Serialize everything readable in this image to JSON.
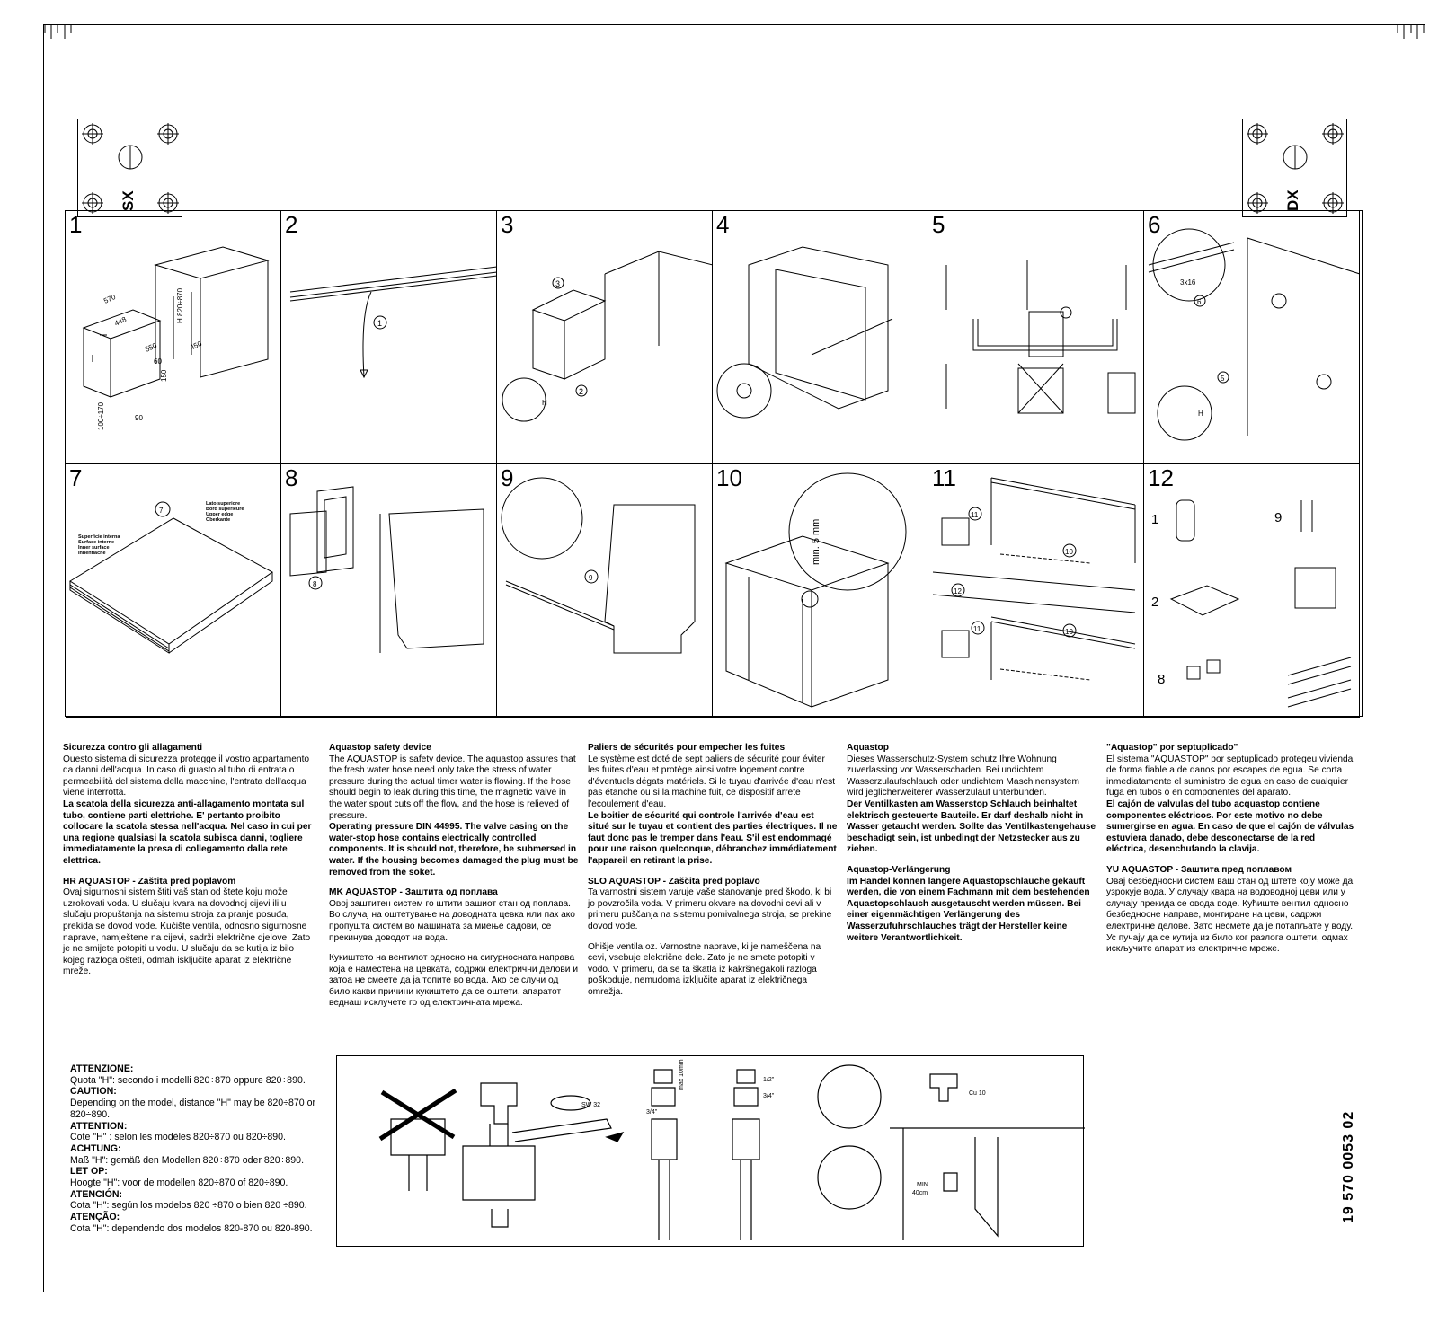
{
  "plates": {
    "left_label": "SX",
    "right_label": "DX"
  },
  "steps": {
    "numbers": [
      "1",
      "2",
      "3",
      "4",
      "5",
      "6",
      "7",
      "8",
      "9",
      "10",
      "11",
      "12"
    ],
    "step1": {
      "dims": [
        "570",
        "448",
        "550",
        "60",
        "450",
        "90",
        "100÷170",
        "150",
        "H 820÷870"
      ]
    },
    "step2": {
      "callout": "1"
    },
    "step3": {
      "callouts": [
        "3",
        "2"
      ],
      "h_label": "H"
    },
    "step6": {
      "screw_label": "3x16",
      "callouts": [
        "6",
        "5"
      ],
      "h_label": "H"
    },
    "step7": {
      "callout": "7",
      "inner_surface": [
        "Superficie interna",
        "Surface interne",
        "Inner surface",
        "Innenfläche"
      ],
      "upper_edge": [
        "Lato superiore",
        "Bord supérieure",
        "Upper edge",
        "Oberkante"
      ]
    },
    "step8": {
      "callout": "8"
    },
    "step9": {
      "callout": "9"
    },
    "step10": {
      "min_label": "min. 5 mm"
    },
    "step11": {
      "callouts": [
        "11",
        "10",
        "12",
        "11",
        "10"
      ]
    },
    "step12": {
      "labels": [
        "1",
        "9",
        "2",
        "8"
      ]
    }
  },
  "text_columns": [
    {
      "lang": "it",
      "heading": "Sicurezza contro gli allagamenti",
      "body": "Questo sistema di sicurezza protegge il vostro appartamento da danni dell'acqua. In caso di guasto al tubo di entrata o permeabilità del sistema della macchine, l'entrata dell'acqua viene interrotta.",
      "bold": "La scatola della sicurezza anti-allagamento montata sul tubo, contiene parti elettriche. E' pertanto proibito collocare la scatola stessa nell'acqua. Nel caso in cui per una regione qualsiasi la scatola subisca danni, togliere immediatamente la presa di collegamento dalla rete elettrica.",
      "heading2": "HR AQUASTOP - Zaštita pred poplavom",
      "body2": "Ovaj sigurnosni sistem štiti vaš stan od štete koju može uzrokovati voda. U slučaju kvara na dovodnoj cijevi ili u slučaju propuštanja na sistemu stroja za pranje posuđa, prekida se dovod vode. Kućište ventila, odnosno sigurnosne naprave, namještene na cijevi, sadrži električne djelove. Zato je ne smijete potopiti u vodu. U slučaju da se kutija iz bilo kojeg razloga ošteti, odmah isključite aparat iz električne mreže."
    },
    {
      "lang": "en",
      "heading": "Aquastop safety device",
      "body": "The AQUASTOP is safety device. The aquastop assures that the fresh water hose need only take the stress of water pressure during the actual timer water is flowing. If the hose should begin to leak during this time, the magnetic valve in the water spout cuts off the flow, and the hose is relieved of pressure.",
      "bold": "Operating pressure DIN 44995. The valve casing on the water-stop hose contains electrically controlled components. It is should not, therefore, be submersed in water. If the housing becomes damaged the plug must be removed from the soket.",
      "heading2": "MK AQUASTOP - Заштита од поплава",
      "body2": "Овој заштитен систем го штити вашиот стан од поплава. Во случај на оштетување на доводната цевка или пак ако пропушта систем во машината за миење садови, се прекинува доводот на вода.",
      "body3": "Кукиштето на вентилот односно на сигурносната направа која е наместена на цевката, содржи електрични делови и затоа не смеете да ја топите во вода. Ако се случи од било какви причини кукиштето да се оштети, апаратот веднаш исклучете го од електричната мрежа."
    },
    {
      "lang": "fr",
      "heading": "Paliers de sécurités pour empecher les fuites",
      "body": "Le système est doté de sept paliers de sécurité pour éviter les fuites d'eau et protège ainsi votre logement contre d'éventuels dégats matériels. Si le tuyau d'arrivée d'eau n'est pas étanche ou si la machine fuit, ce dispositif arrete l'ecoulement d'eau.",
      "bold": "Le boitier de sécurité qui controle l'arrivée d'eau est situé sur le tuyau et contient des parties électriques. Il ne faut donc pas le tremper dans l'eau. S'il est endommagé pour une raison quelconque, débranchez immédiatement l'appareil en retirant la prise.",
      "heading2": "SLO AQUASTOP - Zaščita pred poplavo",
      "body2": "Ta varnostni sistem varuje vaše stanovanje pred škodo, ki bi jo povzročila voda. V primeru okvare na dovodni cevi ali v primeru puščanja na sistemu pomivalnega stroja, se prekine dovod vode.",
      "body3": "Ohišje ventila oz. Varnostne naprave, ki je nameščena na cevi, vsebuje električne dele. Zato je ne smete potopiti v vodo. V primeru, da se ta škatla iz kakršnegakoli razloga poškoduje, nemudoma izključite aparat iz električnega omrežja."
    },
    {
      "lang": "de",
      "heading": "Aquastop",
      "body": "Dieses Wasserschutz-System schutz Ihre Wohnung zuverlassing vor Wasserschaden. Bei undichtem Wasserzulaufschlauch oder undichtem Maschinensystem wird jeglicherweiterer Wasserzulauf unterbunden.",
      "bold": "Der Ventilkasten am Wasserstop Schlauch beinhaltet elektrisch gesteuerte Bauteile. Er darf deshalb nicht in Wasser getaucht werden. Sollte das Ventilkastengehause beschadigt sein, ist unbedingt der Netzstecker aus zu ziehen.",
      "heading2": "Aquastop-Verlängerung",
      "bold2": "Im Handel können längere Aquastopschläuche gekauft werden, die von einem Fachmann mit dem bestehenden Aquastopschlauch ausgetauscht werden müssen. Bei einer eigenmächtigen Verlängerung des Wasserzufuhrschlauches trägt der Hersteller keine weitere Verantwortlichkeit."
    },
    {
      "lang": "es",
      "heading": "\"Aquastop\" por septuplicado\"",
      "body": "El sistema \"AQUASTOP\" por septuplicado protegeu vivienda de forma fiable a de danos por escapes de egua. Se corta inmediatamente el suministro de egua en caso de cualquier fuga en tubos o en componentes del aparato.",
      "bold": "El cajón de valvulas del tubo acquastop contiene componentes eléctricos. Por este motivo no debe sumergirse en agua. En caso de que el cajón de válvulas estuviera danado, debe desconectarse de la red eléctrica, desenchufando la clavija.",
      "heading2": "YU AQUASTOP - Заштита пред поплавом",
      "body2": "Овај безбедносни систем ваш стан од штете коју може да узрокује вода. У случају квара на водоводној цеви или у случају прекида се овода воде. Кућиште вентил односно безбедносне направе, монтиране на цеви, садржи електричне делове. Зато несмете да је потапљате у воду. Ус пучају да се кутија из било ког разлога оштети, одмах искључите апарат из електричне мреже."
    }
  ],
  "attention": [
    {
      "label": "ATTENZIONE:",
      "text": "Quota \"H\": secondo i modelli 820÷870 oppure 820÷890."
    },
    {
      "label": "CAUTION:",
      "text": "Depending on the model, distance \"H\" may be 820÷870 or 820÷890."
    },
    {
      "label": "ATTENTION:",
      "text": "Cote \"H\" : selon les modèles 820÷870 ou 820÷890."
    },
    {
      "label": "ACHTUNG:",
      "text": "Maß \"H\": gemäß den Modellen 820÷870 oder 820÷890."
    },
    {
      "label": "LET OP:",
      "text": "Hoogte \"H\": voor de modellen 820÷870 of 820÷890."
    },
    {
      "label": "ATENCIÓN:",
      "text": "Cota \"H\": según los modelos 820 ÷870 o bien 820 ÷890."
    },
    {
      "label": "ATENÇÃO:",
      "text": "Cota \"H\": dependendo dos modelos 820-870 ou 820-890."
    }
  ],
  "illustration": {
    "wrench_label": "SW 32",
    "fit1": [
      "3/4\"",
      "max 10mm"
    ],
    "fit2": [
      "1/2\"",
      "3/4\""
    ],
    "clamp_label": "Cu 10",
    "min_label": "MIN",
    "min_value": "40cm"
  },
  "doc_number": "19 570 0053 02"
}
